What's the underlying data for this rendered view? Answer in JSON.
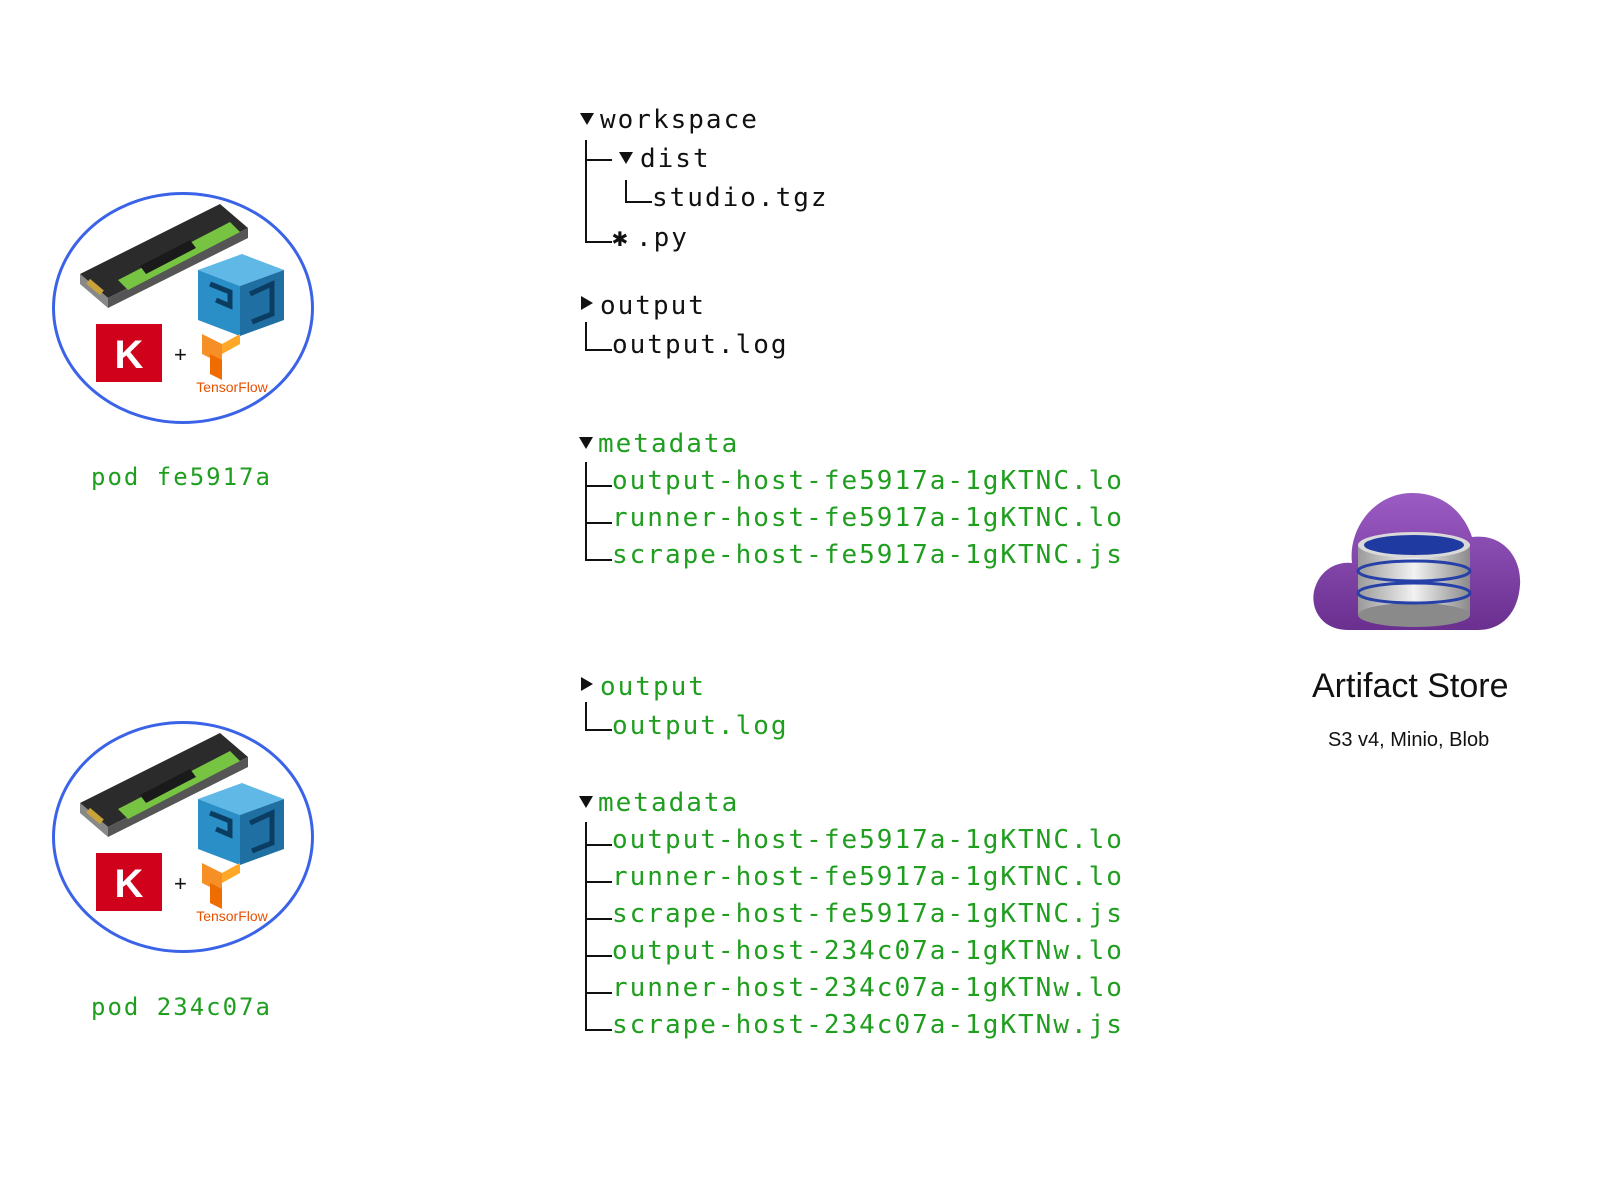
{
  "pods": [
    {
      "label": "pod fe5917a",
      "logo_k": "K",
      "logo_plus": "+",
      "logo_tf": "TensorFlow"
    },
    {
      "label": "pod 234c07a",
      "logo_k": "K",
      "logo_plus": "+",
      "logo_tf": "TensorFlow"
    }
  ],
  "tree_top": {
    "workspace": "workspace",
    "dist": "dist",
    "studio": "studio.tgz",
    "py_star": "✱",
    "py": ".py",
    "output": "output",
    "output_log": "output.log",
    "metadata": "metadata",
    "metadata_files": [
      "output-host-fe5917a-1gKTNC.lo",
      "runner-host-fe5917a-1gKTNC.lo",
      "scrape-host-fe5917a-1gKTNC.js"
    ]
  },
  "tree_bottom": {
    "output": "output",
    "output_log": "output.log",
    "metadata": "metadata",
    "metadata_files": [
      "output-host-fe5917a-1gKTNC.lo",
      "runner-host-fe5917a-1gKTNC.lo",
      "scrape-host-fe5917a-1gKTNC.js",
      "output-host-234c07a-1gKTNw.lo",
      "runner-host-234c07a-1gKTNw.lo",
      "scrape-host-234c07a-1gKTNw.js"
    ]
  },
  "artifact_store": {
    "title": "Artifact Store",
    "subtitle": "S3 v4, Minio, Blob"
  },
  "colors": {
    "green": "#1f9e1f",
    "circle_border": "#3b63e8",
    "cloud": "#7b3fa3",
    "keras_red": "#d0021b",
    "tf_orange": "#f57c00",
    "gpu_green": "#76c442",
    "cube_blue": "#2a8fc7"
  },
  "icons": [
    "gpu-card-icon",
    "cube-logo-icon",
    "keras-logo-icon",
    "tensorflow-logo-icon",
    "cloud-database-icon"
  ]
}
